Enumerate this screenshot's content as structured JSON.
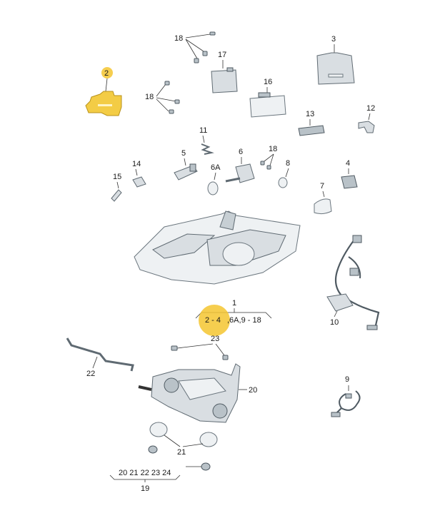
{
  "callouts": {
    "c1": "1",
    "c2": "2",
    "c3": "3",
    "c4": "4",
    "c5": "5",
    "c6": "6",
    "c6a": "6A",
    "c7": "7",
    "c8": "8",
    "c9": "9",
    "c10": "10",
    "c11": "11",
    "c12": "12",
    "c13": "13",
    "c14": "14",
    "c15": "15",
    "c16": "16",
    "c17": "17",
    "c18a": "18",
    "c18b": "18",
    "c18c": "18",
    "c20": "20",
    "c21": "21",
    "c22": "22",
    "c23": "23",
    "c19": "19"
  },
  "assembly_1": {
    "range_a": "2 - 4",
    "range_b": ",6A,9 - 18"
  },
  "assembly_19": {
    "members": "20  21  22  23  24"
  },
  "colors": {
    "highlight": "#f5c630",
    "part_fill": "#d9dee2",
    "part_stroke": "#5f6a72",
    "highlighted_part": "#f3cc45"
  }
}
